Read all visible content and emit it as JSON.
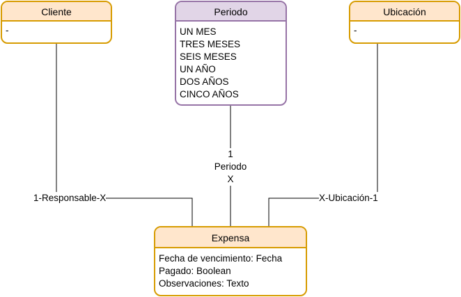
{
  "entities": {
    "cliente": {
      "title": "Cliente",
      "attributes": [
        "-"
      ]
    },
    "periodo": {
      "title": "Periodo",
      "attributes": [
        "UN MES",
        "TRES MESES",
        "SEIS MESES",
        "UN AÑO",
        "DOS AÑOS",
        "CINCO AÑOS"
      ]
    },
    "ubicacion": {
      "title": "Ubicación",
      "attributes": [
        "-"
      ]
    },
    "expensa": {
      "title": "Expensa",
      "attributes": [
        "Fecha de vencimiento: Fecha",
        "Pagado: Boolean",
        "Observaciones: Texto"
      ]
    }
  },
  "relations": {
    "cliente_expensa": {
      "label": "1-Responsable-X"
    },
    "periodo_expensa": {
      "line1": "1",
      "line2": "Periodo",
      "line3": "X"
    },
    "ubicacion_expensa": {
      "label": "X-Ubicación-1"
    }
  },
  "colors": {
    "orange_fill": "#ffe6cc",
    "orange_stroke": "#d79b00",
    "purple_fill": "#e1d5e7",
    "purple_stroke": "#9673a6"
  }
}
